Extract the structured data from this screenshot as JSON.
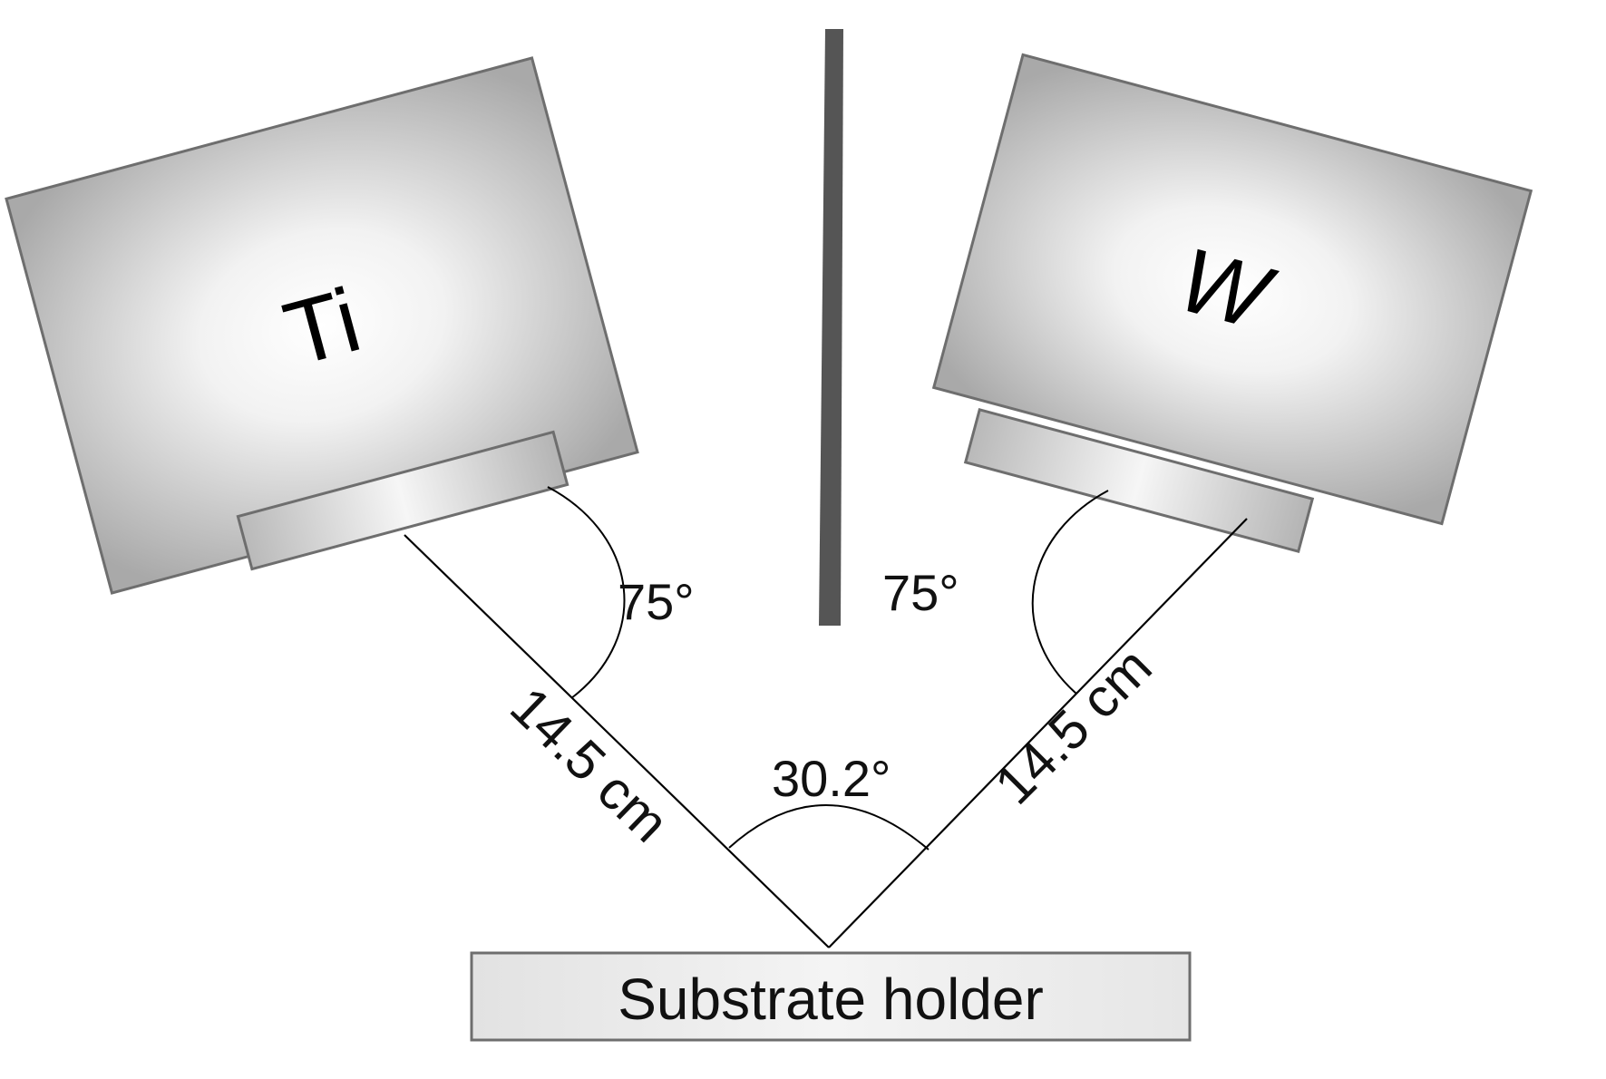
{
  "diagram": {
    "targets": {
      "left": {
        "label": "Ti"
      },
      "right": {
        "label": "W"
      }
    },
    "distances": {
      "left": "14.5 cm",
      "right": "14.5 cm"
    },
    "angles": {
      "left": "75°",
      "right": "75°",
      "center": "30.2°"
    },
    "substrate": {
      "label": "Substrate holder"
    },
    "colors": {
      "target_fill_center": "#ffffff",
      "target_fill_edge": "#aaaaaa",
      "outline": "#6e6e6e",
      "shield": "#555555",
      "substrate_fill": "#ececec",
      "line": "#000000"
    }
  }
}
